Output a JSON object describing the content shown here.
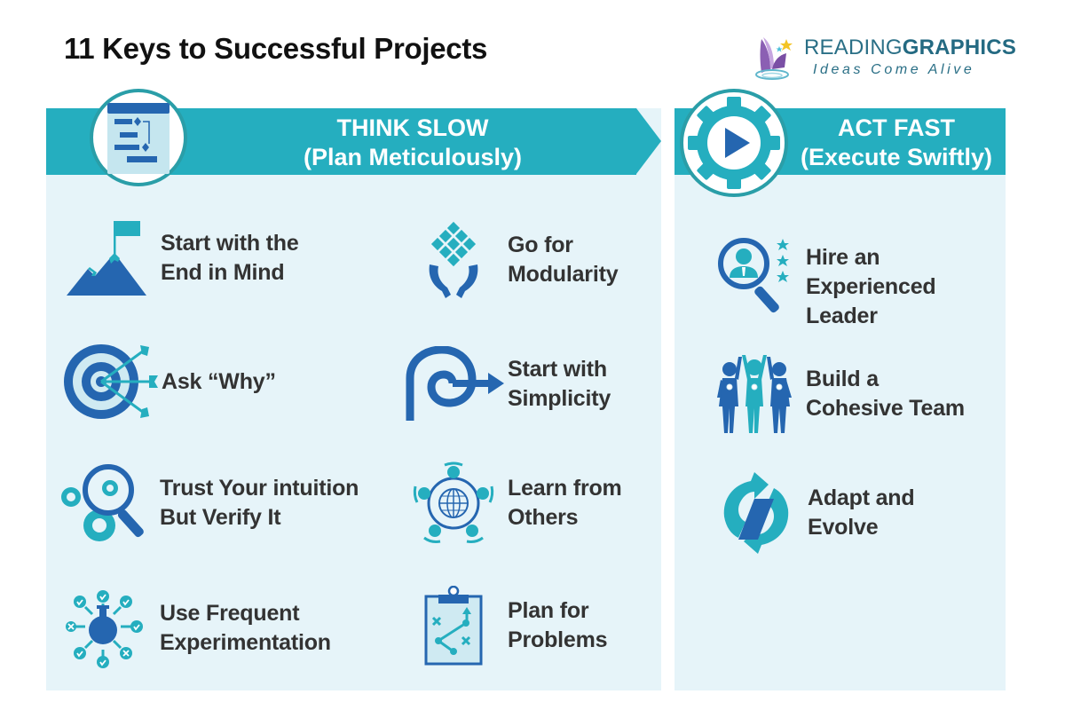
{
  "title": "11 Keys to Successful Projects",
  "logo": {
    "name_regular": "READING",
    "name_bold": "GRAPHICS",
    "tagline": "Ideas Come Alive"
  },
  "colors": {
    "teal": "#25aebf",
    "blue": "#2566b0",
    "panel_bg": "#e6f4f9",
    "text": "#333333",
    "title": "#111111"
  },
  "sections": [
    {
      "id": "think-slow",
      "heading": "THINK SLOW",
      "subheading": "(Plan Meticulously)",
      "icon": "gantt-chart-icon",
      "items": [
        {
          "icon": "mountain-flag-icon",
          "lines": [
            "Start with the",
            "End in Mind"
          ]
        },
        {
          "icon": "hands-modules-icon",
          "lines": [
            "Go for",
            "Modularity"
          ]
        },
        {
          "icon": "target-arrows-icon",
          "lines": [
            "Ask “Why”"
          ]
        },
        {
          "icon": "spiral-arrow-icon",
          "lines": [
            "Start with",
            "Simplicity"
          ]
        },
        {
          "icon": "gears-magnifier-icon",
          "lines": [
            "Trust Your intuition",
            "But Verify It"
          ]
        },
        {
          "icon": "people-globe-icon",
          "lines": [
            "Learn from",
            "Others"
          ]
        },
        {
          "icon": "flask-experiments-icon",
          "lines": [
            "Use Frequent",
            "Experimentation"
          ]
        },
        {
          "icon": "clipboard-plan-icon",
          "lines": [
            "Plan for",
            "Problems"
          ]
        }
      ]
    },
    {
      "id": "act-fast",
      "heading": "ACT FAST",
      "subheading": "(Execute Swiftly)",
      "icon": "gear-play-icon",
      "items": [
        {
          "icon": "magnifier-person-stars-icon",
          "lines": [
            "Hire an",
            "Experienced",
            "Leader"
          ]
        },
        {
          "icon": "team-celebrate-icon",
          "lines": [
            "Build a",
            "Cohesive Team"
          ]
        },
        {
          "icon": "cycle-arrows-icon",
          "lines": [
            "Adapt and",
            "Evolve"
          ]
        }
      ]
    }
  ]
}
